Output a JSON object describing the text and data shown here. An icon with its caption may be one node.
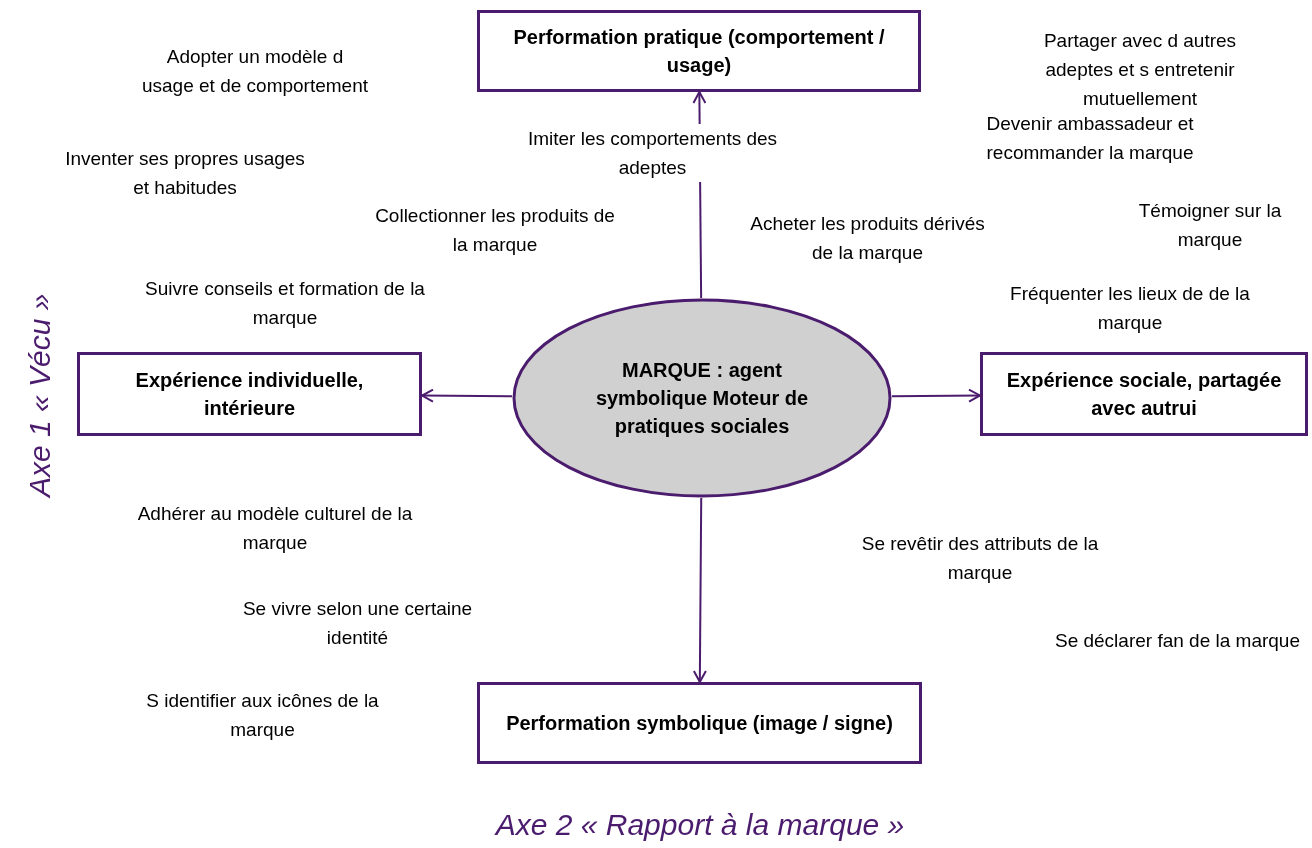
{
  "diagram": {
    "nodes": [
      {
        "text": [
          "Performation pratique (comportement / usage)"
        ]
      },
      {
        "text": [
          "Expérience individuelle, intérieure"
        ]
      },
      {
        "text": [
          "MARQUE : agent symbolique Moteur de pratiques sociales"
        ]
      },
      {
        "text": [
          "Expérience sociale, partagée avec autrui"
        ]
      },
      {
        "text": [
          "Performation symbolique (image / signe)"
        ]
      }
    ],
    "edges": [
      {
        "from": 2,
        "to": 0,
        "arrow": "to"
      },
      {
        "from": 2,
        "to": 1,
        "arrow": "to"
      },
      {
        "from": 2,
        "to": 3,
        "arrow": "to"
      },
      {
        "from": 2,
        "to": 4,
        "arrow": "to"
      }
    ],
    "labels": [
      "Adopter un modèle d usage et de comportement",
      "Partager avec d autres adeptes et s entretenir mutuellement",
      "Imiter les comportements des adeptes",
      "Devenir ambassadeur et recommander la marque",
      "Inventer ses propres usages et habitudes",
      "Collectionner les produits de la marque",
      "Acheter les produits dérivés de la marque",
      "Témoigner sur la marque",
      "Suivre conseils et formation de la marque",
      "Fréquenter les lieux de de la marque",
      "Axe 1 « Vécu »",
      "Adhérer au modèle culturel de la marque",
      "Se revêtir des attributs de la marque",
      "Se vivre selon une certaine identité",
      "Se déclarer fan de la marque",
      "S identifier aux icônes de la marque",
      "Axe 2 «  Rapport à la marque »"
    ]
  }
}
